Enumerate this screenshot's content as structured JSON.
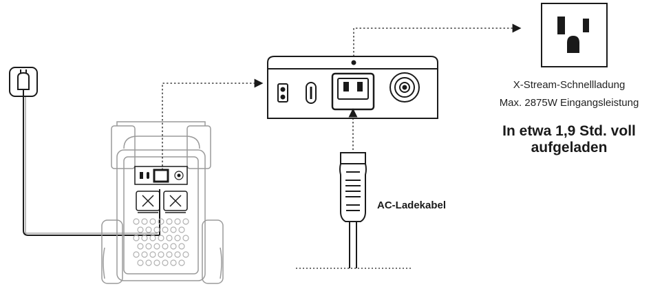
{
  "labels": {
    "mode_title": "X-Stream-Schnellladung",
    "max_input": "Max. 2875W Eingangsleistung",
    "charge_time_line1": "In etwa 1,9 Std. voll",
    "charge_time_line2": "aufgeladen",
    "cable": "AC-Ladekabel"
  },
  "colors": {
    "line": "#1a1a1a",
    "light_line": "#9a9a9a",
    "background": "#ffffff"
  },
  "icons": [
    "wall-plug-icon",
    "us-outlet-icon",
    "power-station",
    "ac-input-panel",
    "ac-charging-plug"
  ]
}
